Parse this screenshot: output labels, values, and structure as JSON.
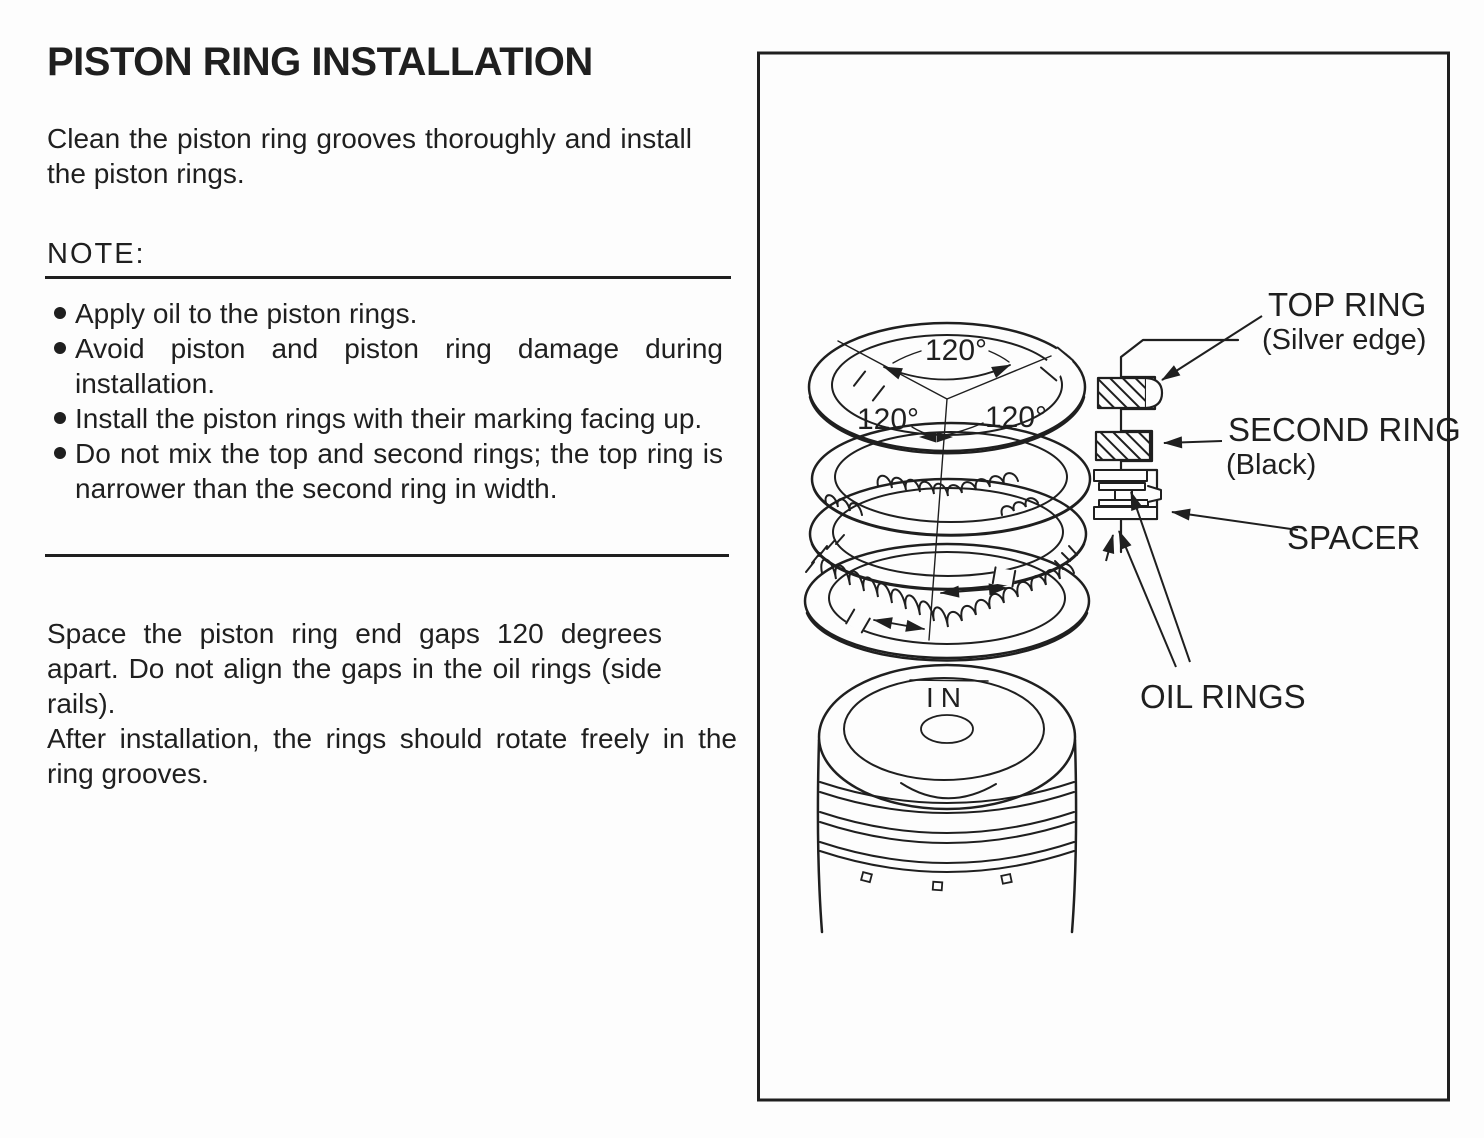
{
  "document": {
    "title": "PISTON RING INSTALLATION",
    "intro": "Clean the piston ring grooves thoroughly and install the piston rings.",
    "note_heading": "NOTE:",
    "note_items": [
      "Apply oil to the piston rings.",
      "Avoid piston and piston ring damage during installation.",
      "Install the piston rings with their marking facing up.",
      "Do not mix the top and second rings; the top ring is narrower than the second ring in width."
    ],
    "para_gap": "Space the piston ring end gaps 120 degrees apart. Do not align the gaps in the oil rings (side rails).",
    "para_after": "After installation, the rings should rotate freely in the ring grooves."
  },
  "figure": {
    "labels": {
      "top_ring": "TOP RING",
      "top_ring_note": "(Silver edge)",
      "second_ring": "SECOND RING",
      "second_ring_note": "(Black)",
      "spacer": "SPACER",
      "oil_rings": "OIL RINGS",
      "piston_mark": "IN",
      "angle_top": "120°",
      "angle_left": "120°",
      "angle_right": "120°"
    },
    "ink_color": "#1f1f1f"
  }
}
